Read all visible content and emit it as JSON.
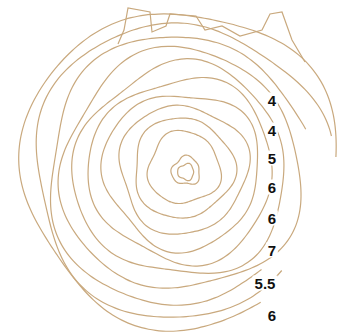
{
  "diagram": {
    "labels": [
      "4",
      "4",
      "5",
      "6",
      "6",
      "7",
      "5.5",
      "6"
    ]
  }
}
